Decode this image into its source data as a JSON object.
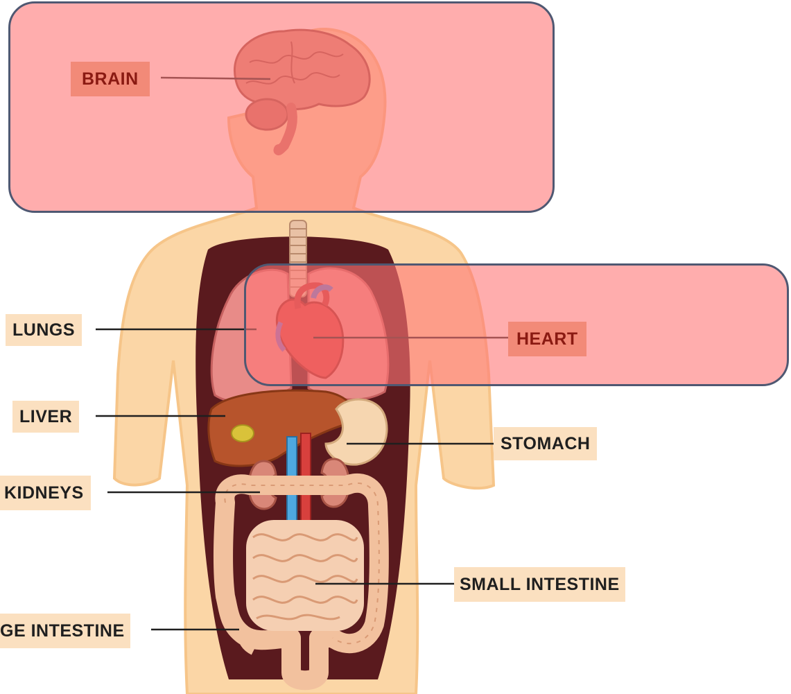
{
  "diagram": {
    "labels": {
      "brain": "BRAIN",
      "lungs": "LUNGS",
      "heart": "HEART",
      "liver": "LIVER",
      "stomach": "STOMACH",
      "kidneys": "KIDNEYS",
      "small_intestine": "SMALL INTESTINE",
      "large_intestine": "GE INTESTINE"
    },
    "highlighted": [
      "brain",
      "heart"
    ]
  }
}
